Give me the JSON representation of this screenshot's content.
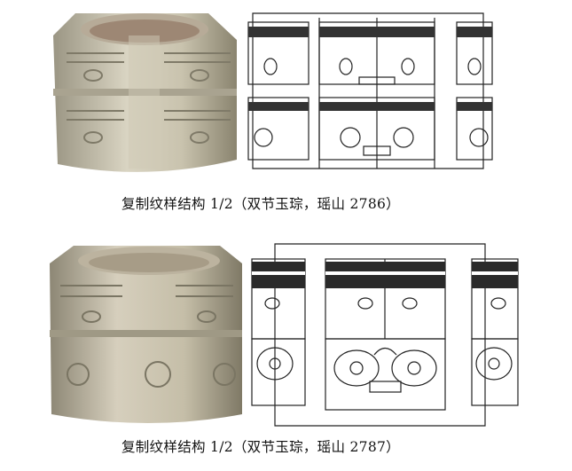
{
  "figures": [
    {
      "caption": "复制纹样结构 1/2（双节玉琮，瑶山 2786）",
      "photo_alt": "jade-cong-photo",
      "drawing_alt": "pattern-drawing"
    },
    {
      "caption": "复制纹样结构 1/2（双节玉琮，瑶山 2787）",
      "photo_alt": "jade-cong-photo",
      "drawing_alt": "pattern-drawing"
    }
  ],
  "colors": {
    "jade_light": "#d8d2bd",
    "jade_dark": "#8f8a76",
    "ink": "#222222"
  }
}
